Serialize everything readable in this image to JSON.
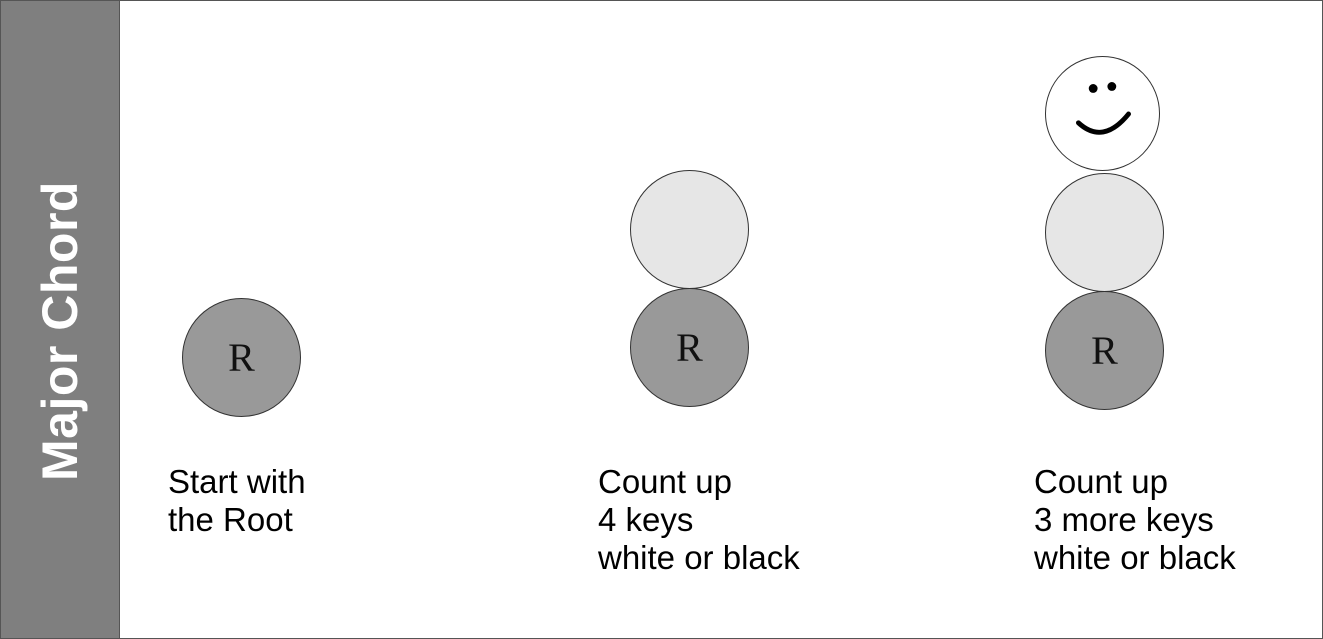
{
  "title": "Major Chord",
  "root_label": "R",
  "steps": [
    {
      "caption": [
        "Start with",
        "the Root"
      ]
    },
    {
      "caption": [
        "Count up",
        "4 keys",
        "white or black"
      ]
    },
    {
      "caption": [
        "Count up",
        "3 more keys",
        "white or black"
      ]
    }
  ],
  "colors": {
    "sidebar": "#7f7f7f",
    "root_note": "#999999",
    "third_note": "#e6e6e6",
    "fifth_note": "#ffffff"
  },
  "icons": {
    "fifth_note": "smiley-face-icon"
  }
}
